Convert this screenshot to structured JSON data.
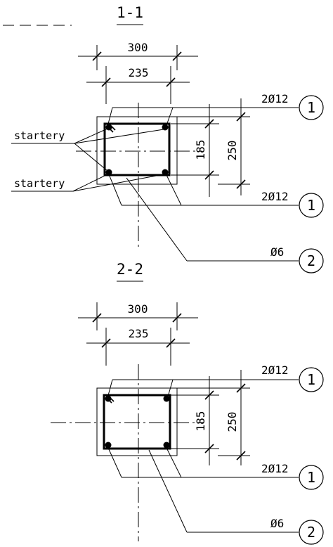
{
  "sections": [
    {
      "title": "1-1",
      "width_outer": "300",
      "width_inner": "235",
      "height_inner": "185",
      "height_outer": "250",
      "top_bars": "2Ø12",
      "bottom_bars": "2Ø12",
      "stirrup": "Ø6",
      "marker_top": "1",
      "marker_bottom": "1",
      "marker_stirrup": "2",
      "label_upper": "startery",
      "label_lower": "startery"
    },
    {
      "title": "2-2",
      "width_outer": "300",
      "width_inner": "235",
      "height_inner": "185",
      "height_outer": "250",
      "top_bars": "2Ø12",
      "bottom_bars": "2Ø12",
      "stirrup": "Ø6",
      "marker_top": "1",
      "marker_bottom": "1",
      "marker_stirrup": "2"
    }
  ]
}
